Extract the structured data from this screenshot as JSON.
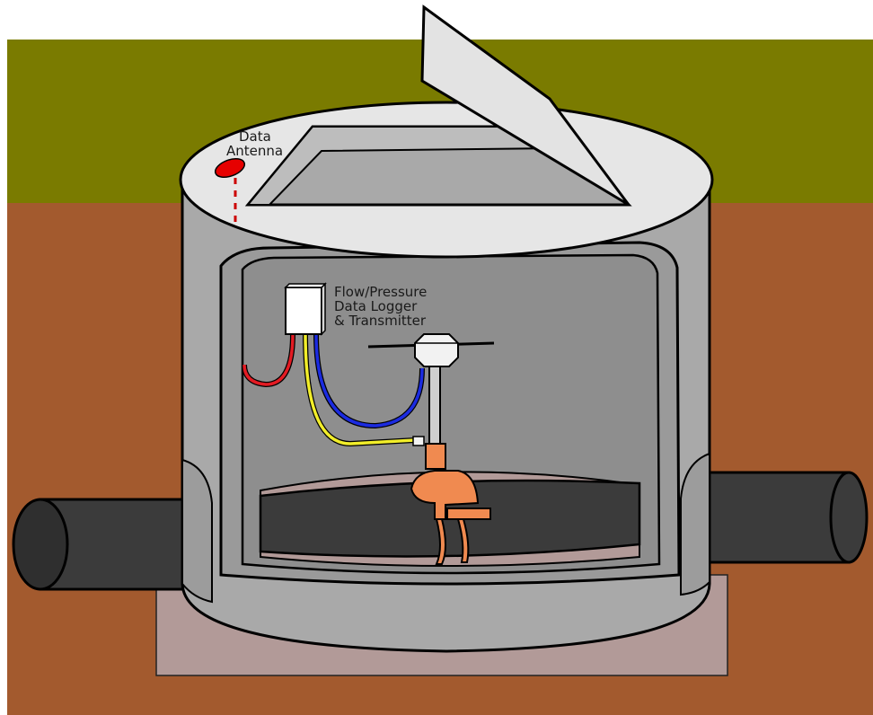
{
  "labels": {
    "antenna_line1": "Data",
    "antenna_line2": "Antenna",
    "logger_line1": "Flow/Pressure",
    "logger_line2": "Data Logger",
    "logger_line3": "& Transmitter"
  },
  "colors": {
    "grass": "#7a7b00",
    "soil": "#a35a2e",
    "base_pad": "#b29a98",
    "chamber_wall": "#a9a9a9",
    "chamber_inner": "#8e8e8e",
    "lid": "#e6e6e6",
    "pipe": "#3b3b3b",
    "antenna": "#e60000",
    "wire_red": "#e31b23",
    "wire_yellow": "#f2ee2a",
    "wire_blue": "#1b2be0",
    "fitting": "#f08a50"
  },
  "icons": {
    "antenna": "antenna-icon",
    "logger": "data-logger-box-icon",
    "valve": "valve-head-icon",
    "clamp": "saddle-clamp-icon"
  }
}
